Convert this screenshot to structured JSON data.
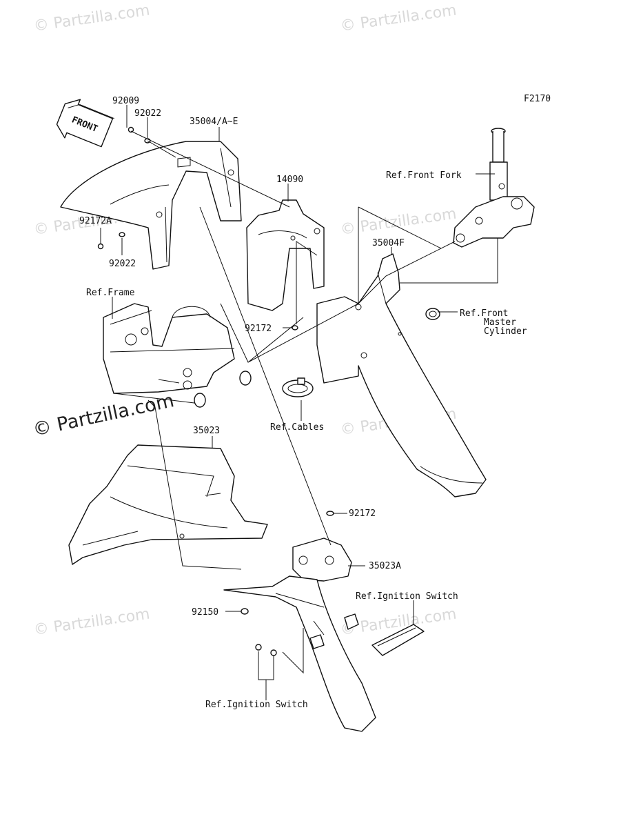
{
  "figure_code": "F2170",
  "front_arrow_label": "FRONT",
  "watermarks": {
    "small": "© Partzilla.com",
    "large": "© Partzilla.com"
  },
  "labels": {
    "p92009": "92009",
    "p92022_top": "92022",
    "p35004_ae": "35004/A~E",
    "p14090": "14090",
    "ref_front_fork": "Ref.Front Fork",
    "p92172a": "92172A",
    "p92022_bottom": "92022",
    "p35004f": "35004F",
    "ref_frame": "Ref.Frame",
    "ref_front_master_1": "Ref.Front",
    "ref_front_master_2": "Master",
    "ref_front_master_3": "Cylinder",
    "p92172_mid": "92172",
    "ref_cables": "Ref.Cables",
    "p35023": "35023",
    "p92172_low": "92172",
    "p35023a": "35023A",
    "ref_ignition_right": "Ref.Ignition Switch",
    "p92150": "92150",
    "ref_ignition_bottom": "Ref.Ignition Switch"
  }
}
